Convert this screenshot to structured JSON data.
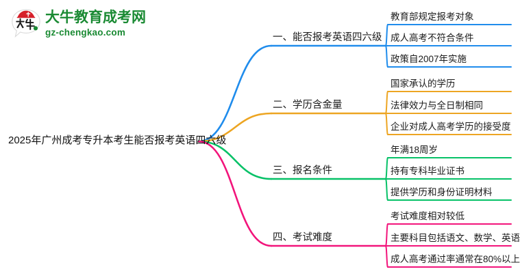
{
  "logo": {
    "mark_name": "daniu-speech-bubble-logo",
    "title": "大牛教育成考网",
    "domain": "gz-chengkao.com",
    "brand_green": "#1a8a33",
    "brand_red": "#d6202a"
  },
  "mindmap": {
    "root": "2025年广州成考专升本考生能否报考英语四六级",
    "branches": [
      {
        "index": "1",
        "label": "一、能否报考英语四六级",
        "color": "#1f8cec",
        "children": [
          "教育部规定报考对象",
          "成人高考不符合条件",
          "政策自2007年实施"
        ]
      },
      {
        "index": "2",
        "label": "二、学历含金量",
        "color": "#eda522",
        "children": [
          "国家承认的学历",
          "法律效力与全日制相同",
          "企业对成人高考学历的接受度"
        ]
      },
      {
        "index": "3",
        "label": "三、报名条件",
        "color": "#06c167",
        "children": [
          "年满18周岁",
          "持有专科毕业证书",
          "提供学历和身份证明材料"
        ]
      },
      {
        "index": "4",
        "label": "四、考试难度",
        "color": "#f2147b",
        "children": [
          "考试难度相对较低",
          "主要科目包括语文、数学、英语",
          "成人高考通过率通常在80%以上"
        ]
      }
    ]
  }
}
